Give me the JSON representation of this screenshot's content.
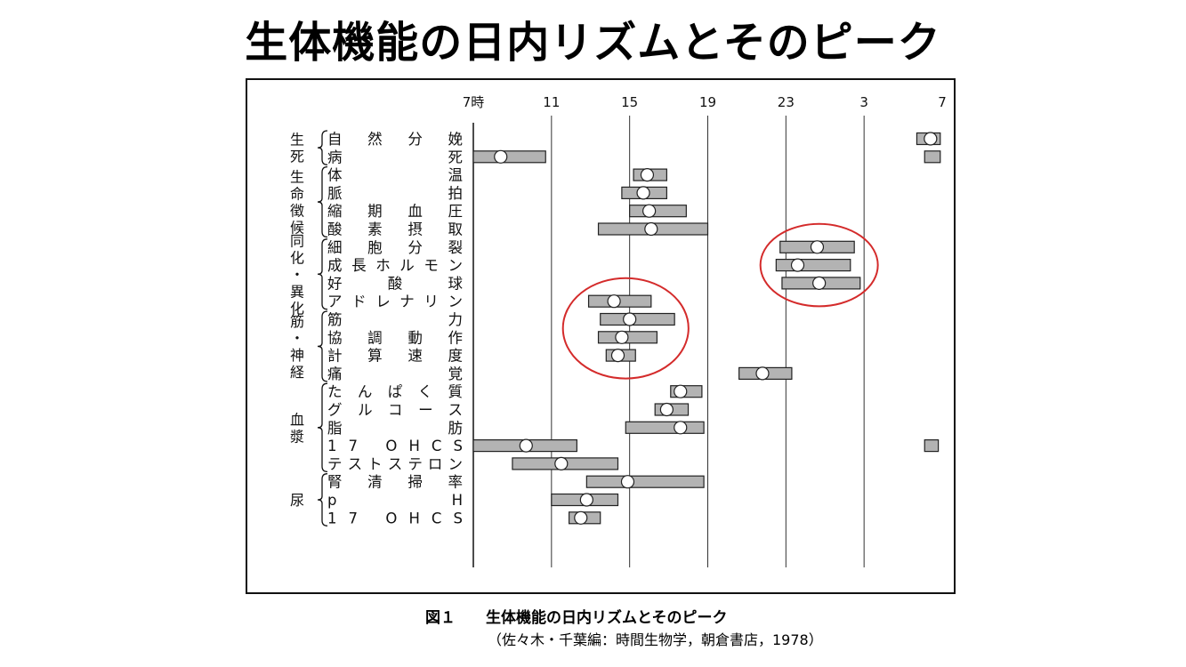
{
  "slide": {
    "title": "生体機能の日内リズムとそのピーク"
  },
  "caption": {
    "figure_label": "図１",
    "figure_title": "生体機能の日内リズムとそのピーク",
    "source": "（佐々木・千葉編：時間生物学，朝倉書店，1978）"
  },
  "colors": {
    "bar_fill": "#b3b3b3",
    "bar_stroke": "#222222",
    "peak_fill": "#ffffff",
    "highlight_circle": "#d42b2b"
  },
  "chart_data": {
    "type": "bar",
    "subtype": "horizontal-range-with-peak",
    "title": "",
    "xlabel": "",
    "ylabel": "",
    "x_axis": {
      "ticks": [
        7,
        11,
        15,
        19,
        23,
        27,
        31
      ],
      "tick_labels": [
        "7時",
        "11",
        "15",
        "19",
        "23",
        "3",
        "7"
      ],
      "range": [
        7,
        31
      ]
    },
    "grid": true,
    "groups": [
      {
        "label": "生死",
        "rows": [
          0,
          1
        ]
      },
      {
        "label": "生命徴候",
        "rows": [
          2,
          5
        ]
      },
      {
        "label": "同化・異化",
        "rows": [
          6,
          9
        ]
      },
      {
        "label": "筋・神経",
        "rows": [
          10,
          13
        ]
      },
      {
        "label": "血漿",
        "rows": [
          14,
          18
        ]
      },
      {
        "label": "尿",
        "rows": [
          19,
          21
        ]
      }
    ],
    "rows": [
      {
        "label": "自然分娩",
        "segments": [
          [
            29.7,
            30.9
          ]
        ],
        "peaks": [
          30.4
        ]
      },
      {
        "label": "病死",
        "segments": [
          [
            7,
            10.7
          ],
          [
            30.1,
            30.9
          ]
        ],
        "peaks": [
          8.4
        ]
      },
      {
        "label": "体温",
        "segments": [
          [
            15.2,
            16.9
          ]
        ],
        "peaks": [
          15.9
        ]
      },
      {
        "label": "脈拍",
        "segments": [
          [
            14.6,
            16.9
          ]
        ],
        "peaks": [
          15.7
        ]
      },
      {
        "label": "縮期血圧",
        "segments": [
          [
            15,
            17.9
          ]
        ],
        "peaks": [
          16
        ]
      },
      {
        "label": "酸素摂取",
        "segments": [
          [
            13.4,
            19
          ]
        ],
        "peaks": [
          16.1
        ]
      },
      {
        "label": "細胞分裂",
        "segments": [
          [
            22.7,
            26.5
          ]
        ],
        "peaks": [
          24.6
        ]
      },
      {
        "label": "成長ホルモン",
        "segments": [
          [
            22.5,
            26.3
          ]
        ],
        "peaks": [
          23.6
        ]
      },
      {
        "label": "好酸球",
        "segments": [
          [
            22.8,
            26.8
          ]
        ],
        "peaks": [
          24.7
        ]
      },
      {
        "label": "アドレナリン",
        "segments": [
          [
            12.9,
            16.1
          ]
        ],
        "peaks": [
          14.2
        ]
      },
      {
        "label": "筋力",
        "segments": [
          [
            13.5,
            17.3
          ]
        ],
        "peaks": [
          15
        ]
      },
      {
        "label": "協調動作",
        "segments": [
          [
            13.4,
            16.4
          ]
        ],
        "peaks": [
          14.6
        ]
      },
      {
        "label": "計算速度",
        "segments": [
          [
            13.8,
            15.3
          ]
        ],
        "peaks": [
          14.4
        ]
      },
      {
        "label": "痛覚",
        "segments": [
          [
            20.6,
            23.3
          ]
        ],
        "peaks": [
          21.8
        ]
      },
      {
        "label": "たんぱく質",
        "segments": [
          [
            17.1,
            18.7
          ]
        ],
        "peaks": [
          17.6
        ]
      },
      {
        "label": "グルコース",
        "segments": [
          [
            16.3,
            18
          ]
        ],
        "peaks": [
          16.9
        ]
      },
      {
        "label": "脂肪",
        "segments": [
          [
            14.8,
            18.8
          ]
        ],
        "peaks": [
          17.6
        ]
      },
      {
        "label": "17 OHCS",
        "segments": [
          [
            7,
            12.3
          ],
          [
            30.1,
            30.8
          ]
        ],
        "peaks": [
          9.7
        ]
      },
      {
        "label": "テストステロン",
        "segments": [
          [
            9,
            14.4
          ]
        ],
        "peaks": [
          11.5
        ]
      },
      {
        "label": "腎清掃率",
        "segments": [
          [
            12.8,
            18.8
          ]
        ],
        "peaks": [
          14.9
        ]
      },
      {
        "label": "pH",
        "segments": [
          [
            11,
            14.4
          ]
        ],
        "peaks": [
          12.8
        ]
      },
      {
        "label": "17 OHCS",
        "segments": [
          [
            11.9,
            13.5
          ]
        ],
        "peaks": [
          12.5
        ]
      }
    ],
    "highlights": [
      {
        "center_x": 14.8,
        "rows": [
          9,
          12
        ]
      },
      {
        "center_x": 24.7,
        "rows": [
          6,
          8
        ]
      }
    ]
  }
}
